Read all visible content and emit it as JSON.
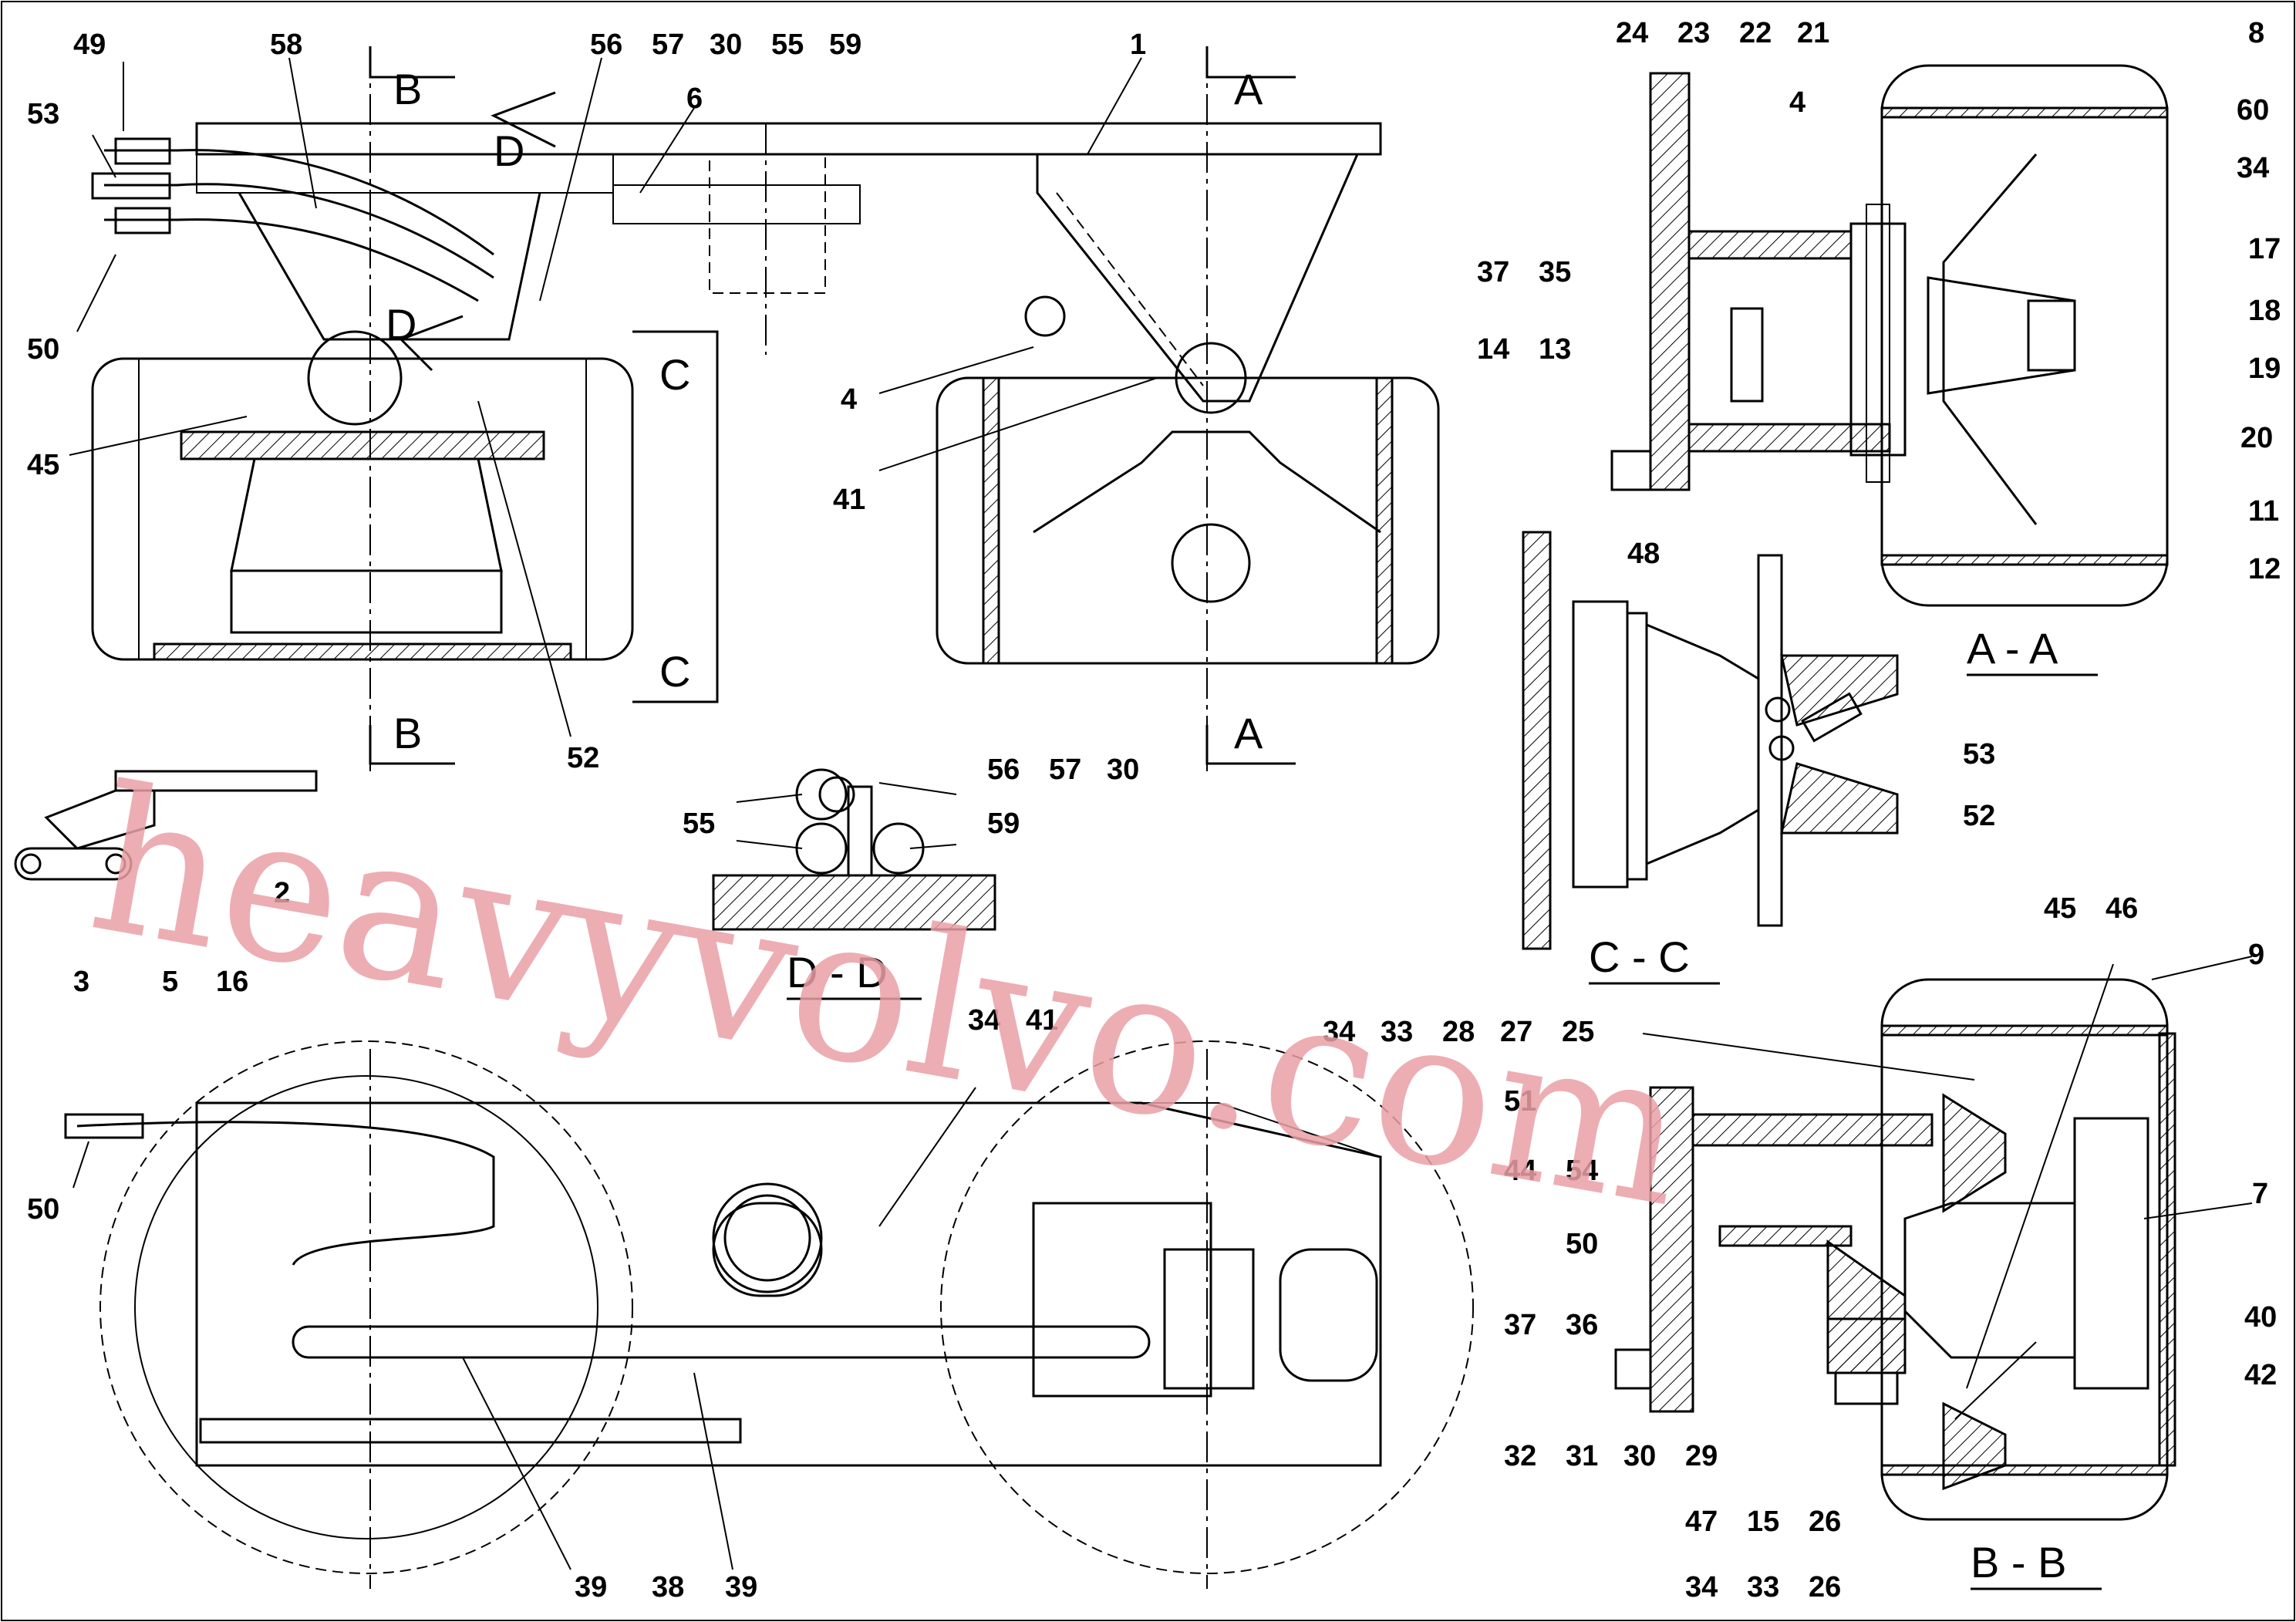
{
  "watermark": "heavyvolvo.com",
  "sections": {
    "aa": "A - A",
    "bb": "B - B",
    "cc": "C - C",
    "dd": "D - D"
  },
  "section_markers": [
    "A",
    "A",
    "B",
    "B",
    "C",
    "C",
    "D",
    "D"
  ],
  "callouts": {
    "main_top": [
      "49",
      "58",
      "56",
      "57",
      "30",
      "55",
      "59",
      "1",
      "6",
      "53",
      "50",
      "45",
      "52",
      "4",
      "41"
    ],
    "aa": [
      "24",
      "23",
      "22",
      "21",
      "8",
      "60",
      "34",
      "4",
      "17",
      "18",
      "19",
      "20",
      "11",
      "12",
      "37",
      "35",
      "14",
      "13"
    ],
    "cc": [
      "48",
      "53",
      "52"
    ],
    "lever": [
      "2",
      "3",
      "5",
      "16"
    ],
    "dd": [
      "56",
      "57",
      "30",
      "55",
      "59"
    ],
    "bottom": [
      "34",
      "41",
      "50",
      "39",
      "38",
      "39"
    ],
    "bb": [
      "45",
      "46",
      "9",
      "34",
      "33",
      "28",
      "27",
      "25",
      "51",
      "44",
      "54",
      "50",
      "7",
      "37",
      "36",
      "40",
      "42",
      "32",
      "31",
      "30",
      "29",
      "47",
      "15",
      "26",
      "34",
      "33",
      "26"
    ]
  }
}
